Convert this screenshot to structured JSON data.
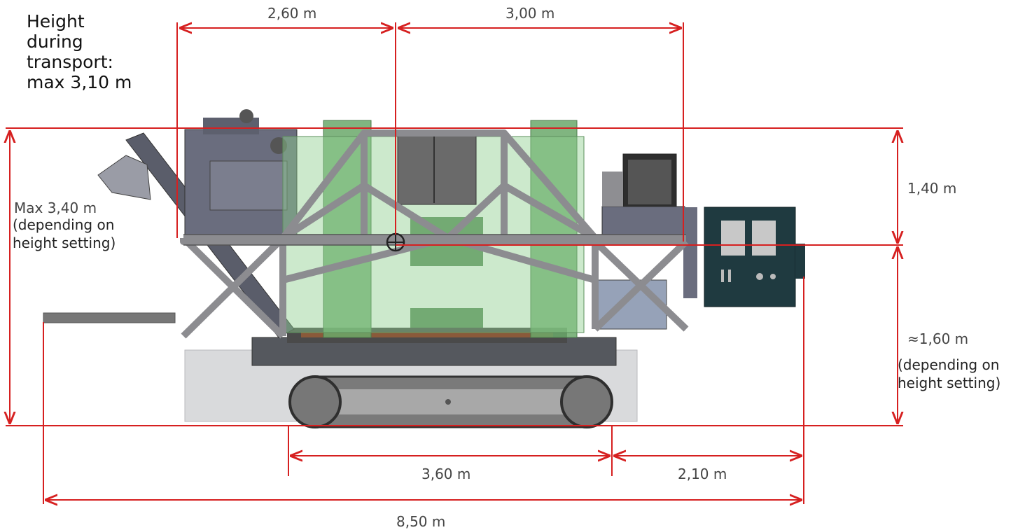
{
  "labels": {
    "transport_height": [
      "Height",
      "during",
      "transport:",
      "max 3,10 m"
    ],
    "max_height": [
      "(depending on",
      "height setting)"
    ],
    "max_height_value": "Max 3,40 m",
    "lower_height_value": "≈1,60 m",
    "lower_height_note": [
      "(depending on",
      "height setting)"
    ]
  },
  "dimensions": {
    "top_left": "2,60 m",
    "top_right": "3,00 m",
    "upper_right": "1,40 m",
    "track_length": "3,60 m",
    "rear_overhang": "2,10 m",
    "overall_length": "8,50 m"
  },
  "colors": {
    "dimension_line": "#d62020",
    "frame": "#8c8c90",
    "machine_dark": "#5a5d6a",
    "tank_green": "#6aa86a",
    "control_box": "#1f3a40",
    "track": "#6b6b6b"
  }
}
